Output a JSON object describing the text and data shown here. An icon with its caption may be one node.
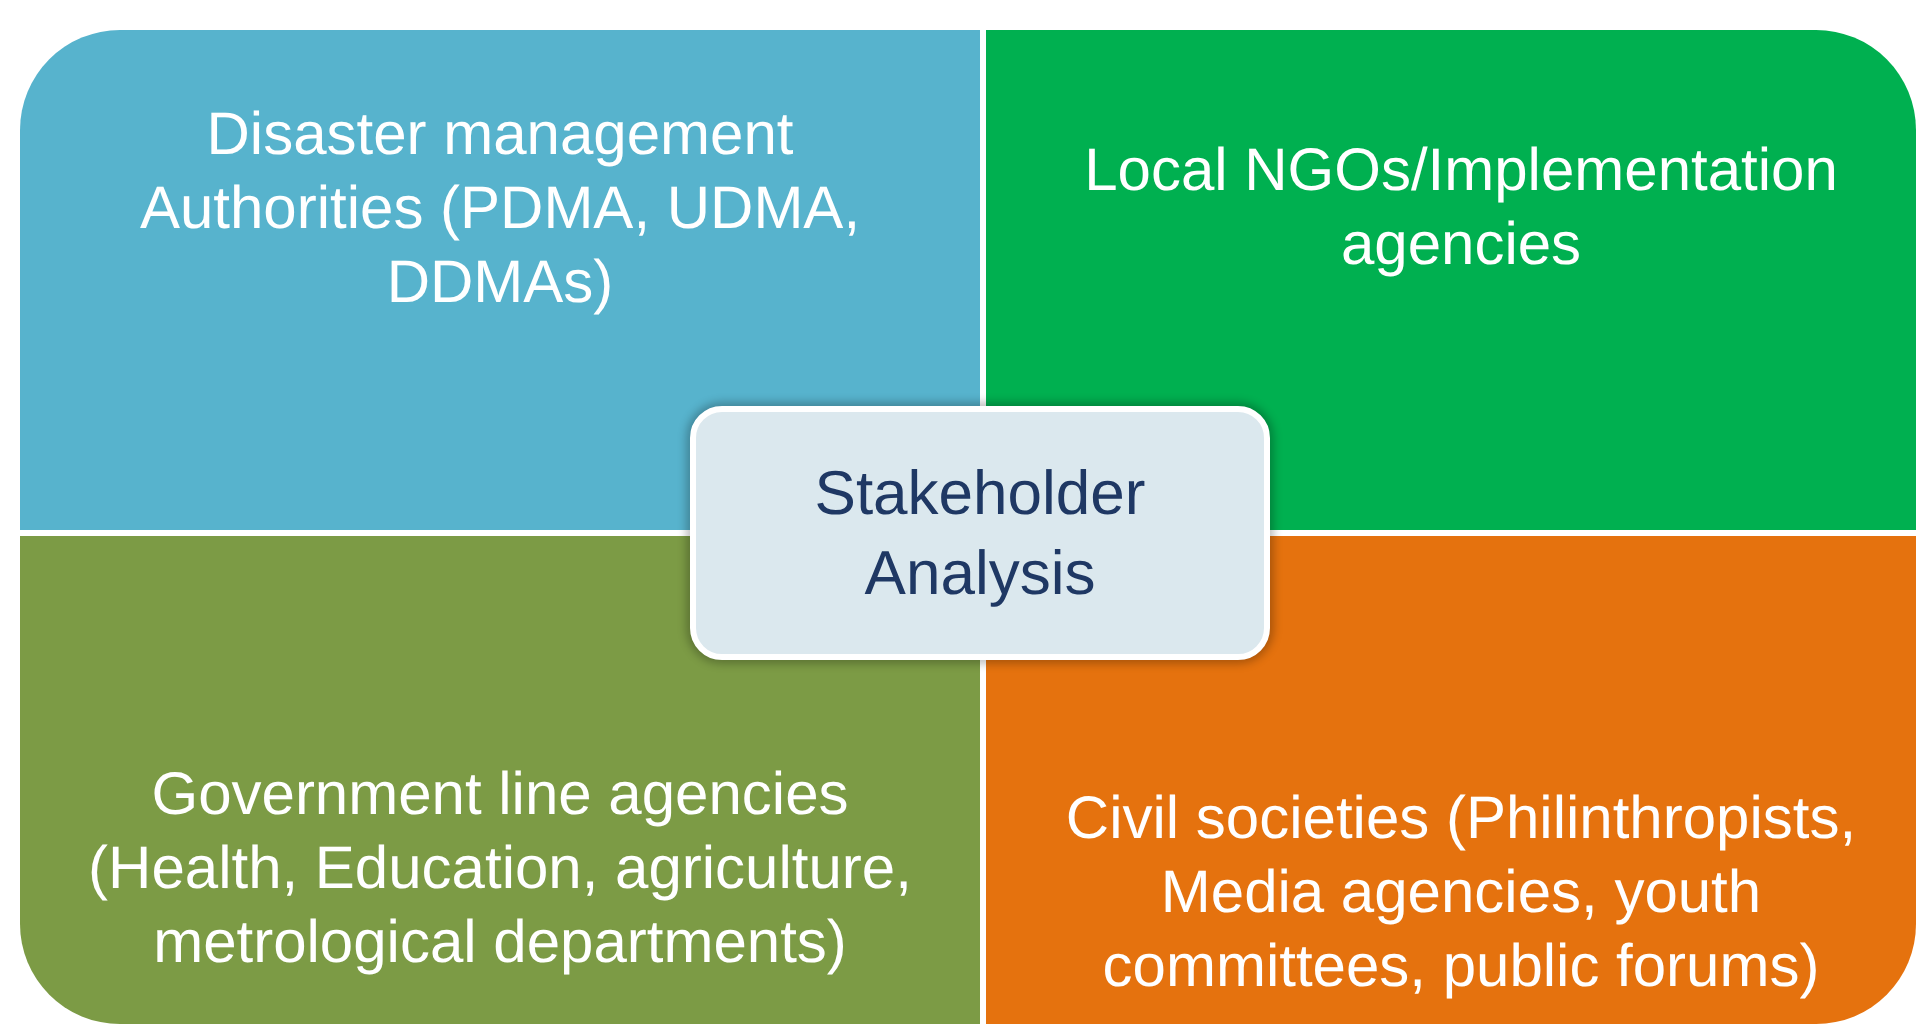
{
  "diagram": {
    "nodes": [
      {
        "text": [
          "Disaster management Authorities (PDMA, UDMA, DDMAs)"
        ]
      },
      {
        "text": [
          "Local NGOs/Implementation agencies"
        ]
      },
      {
        "text": [
          "Stakeholder Analysis"
        ]
      },
      {
        "text": [
          "Government line agencies (Health, Education, agriculture, metrological departments)"
        ]
      },
      {
        "text": [
          "Civil societies (Philinthropists, Media agencies, youth committees, public forums)"
        ]
      }
    ]
  }
}
